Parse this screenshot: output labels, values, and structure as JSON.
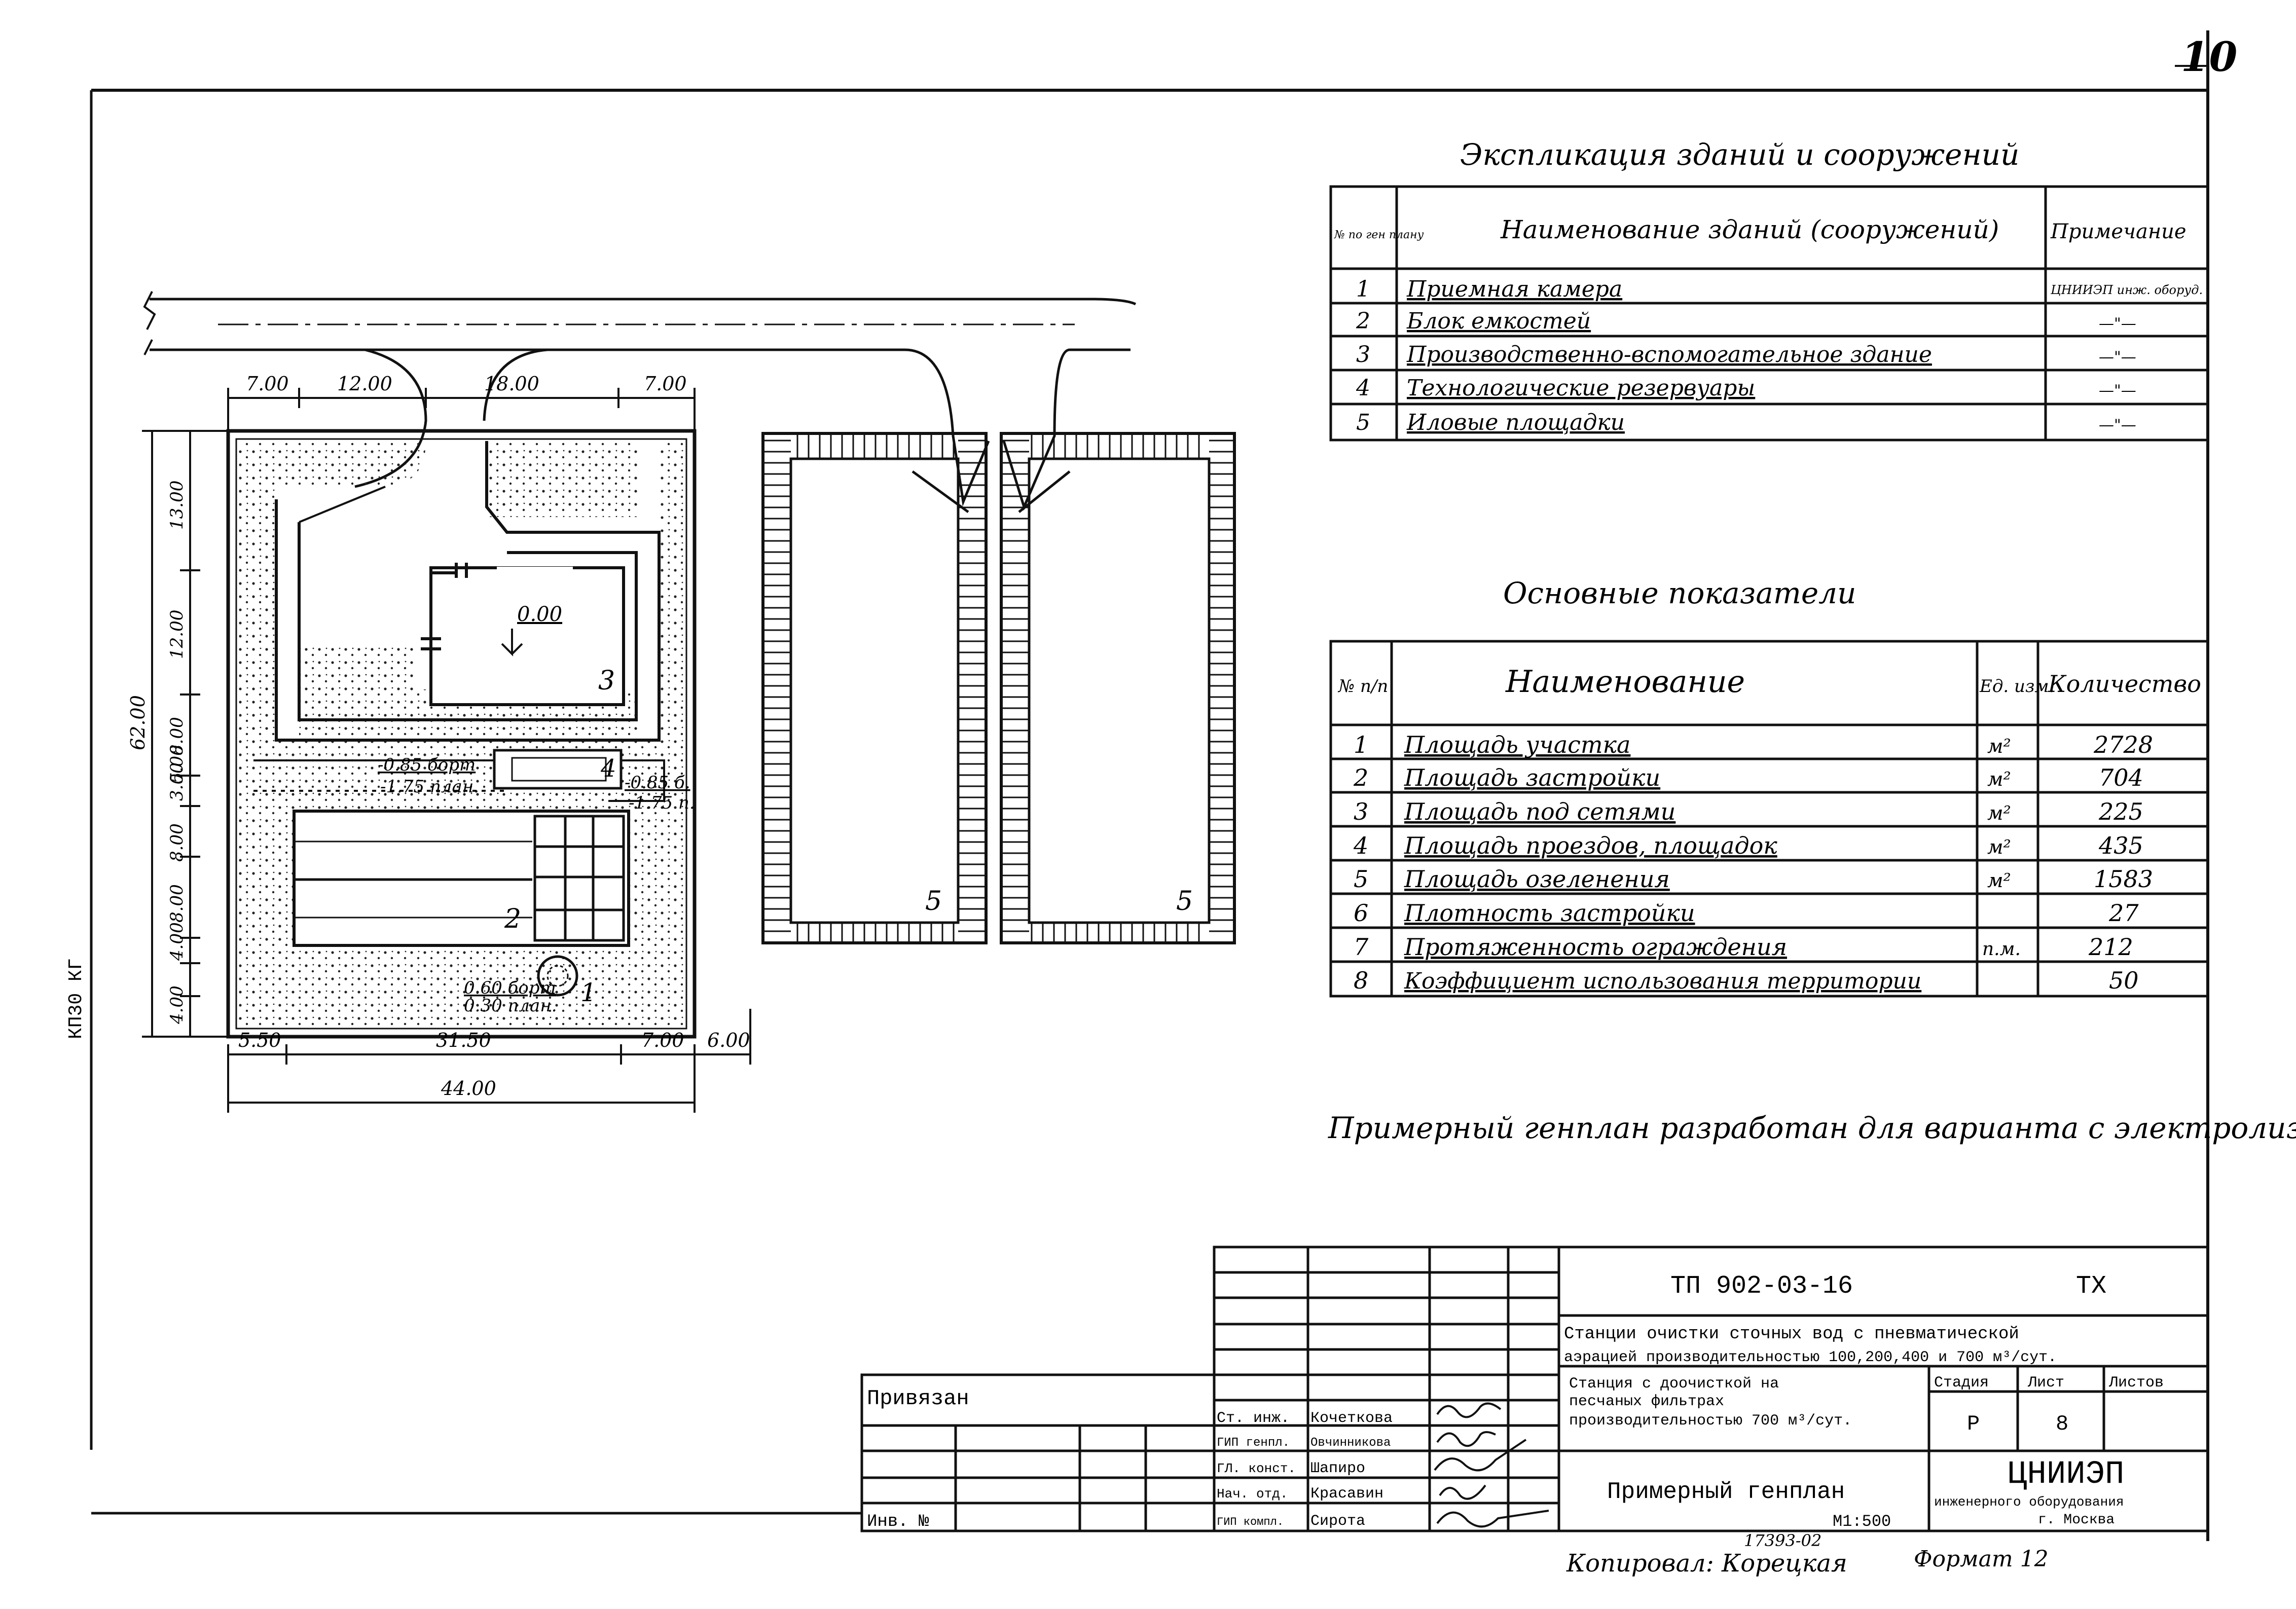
{
  "sheet": {
    "page_number": "10",
    "caption_note": "Примерный генплан разработан для варианта с электролизной.",
    "side_text": "КП30 КГ",
    "copied_by": "Копировал: Корецкая",
    "format_label": "Формат 12",
    "copy_number": "17393-02"
  },
  "explication": {
    "title": "Экспликация зданий и сооружений",
    "headers": [
      "№ по ген плану",
      "Наименование зданий (сооружений)",
      "Примечание"
    ],
    "rows": [
      {
        "num": "1",
        "name": "Приемная камера",
        "note": "ЦНИИЭП инж. оборуд."
      },
      {
        "num": "2",
        "name": "Блок емкостей",
        "note": "—\"—"
      },
      {
        "num": "3",
        "name": "Производственно-вспомогательное здание",
        "note": "—\"—"
      },
      {
        "num": "4",
        "name": "Технологические резервуары",
        "note": "—\"—"
      },
      {
        "num": "5",
        "name": "Иловые площадки",
        "note": "—\"—"
      }
    ]
  },
  "indicators": {
    "title": "Основные показатели",
    "headers": [
      "№ п/п",
      "Наименование",
      "Ед. изм.",
      "Количество"
    ],
    "rows": [
      {
        "num": "1",
        "name": "Площадь участка",
        "unit": "м²",
        "qty": "2728"
      },
      {
        "num": "2",
        "name": "Площадь застройки",
        "unit": "м²",
        "qty": "704"
      },
      {
        "num": "3",
        "name": "Площадь под сетями",
        "unit": "м²",
        "qty": "225"
      },
      {
        "num": "4",
        "name": "Площадь проездов, площадок",
        "unit": "м²",
        "qty": "435"
      },
      {
        "num": "5",
        "name": "Площадь озеленения",
        "unit": "м²",
        "qty": "1583"
      },
      {
        "num": "6",
        "name": "Плотность застройки",
        "unit": "",
        "qty": "27"
      },
      {
        "num": "7",
        "name": "Протяженность ограждения",
        "unit": "п.м.",
        "qty": "212"
      },
      {
        "num": "8",
        "name": "Коэффициент использования территории",
        "unit": "",
        "qty": "50"
      }
    ]
  },
  "plan": {
    "dims_top": [
      "7.00",
      "12.00",
      "18.00",
      "7.00"
    ],
    "dims_bottom": [
      "5.50",
      "31.50",
      "7.00",
      "6.00"
    ],
    "dim_total": "44.00",
    "dims_left": [
      "13.00",
      "12.00",
      "8.00",
      "3.00",
      "5.00",
      "8.00",
      "8.00",
      "4.00",
      "4.00"
    ],
    "dim_left_total": "62.00",
    "elev_000": "0.00",
    "elev_a1": "-0.85 борт",
    "elev_a2": "-1.75 план.",
    "elev_b1": "-0.85 б.",
    "elev_b2": "-1.75 п.",
    "elev_c1": "0.60 борт",
    "elev_c2": "0.30 план.",
    "labels": [
      "1",
      "2",
      "3",
      "4",
      "5",
      "5"
    ]
  },
  "title_block": {
    "project_code": "ТП 902-03-16",
    "section": "ТХ",
    "title_line1": "Станции очистки сточных вод с пневматической",
    "title_line2": "аэрацией производительностью 100,200,400 и 700 м³/сут.",
    "sub_line1": "Станция с доочисткой на",
    "sub_line2": "песчаных фильтрах",
    "sub_line3": "производительностью 700 м³/сут.",
    "stage_h": "Стадия",
    "sheet_h": "Лист",
    "sheets_h": "Листов",
    "stage": "Р",
    "sheet": "8",
    "drawing_name": "Примерный генплан",
    "scale": "М1:500",
    "org1": "ЦНИИЭП",
    "org2": "инженерного оборудования",
    "org3": "г. Москва",
    "tied": "Привязан",
    "inv": "Инв. №",
    "staff": [
      {
        "role": "Ст. инж.",
        "name": "Кочеткова"
      },
      {
        "role": "ГИП генпл.",
        "name": "Овчинникова"
      },
      {
        "role": "ГЛ. конст.",
        "name": "Шапиро"
      },
      {
        "role": "Нач. отд.",
        "name": "Красавин"
      },
      {
        "role": "ГИП компл.",
        "name": "Сирота"
      }
    ]
  }
}
